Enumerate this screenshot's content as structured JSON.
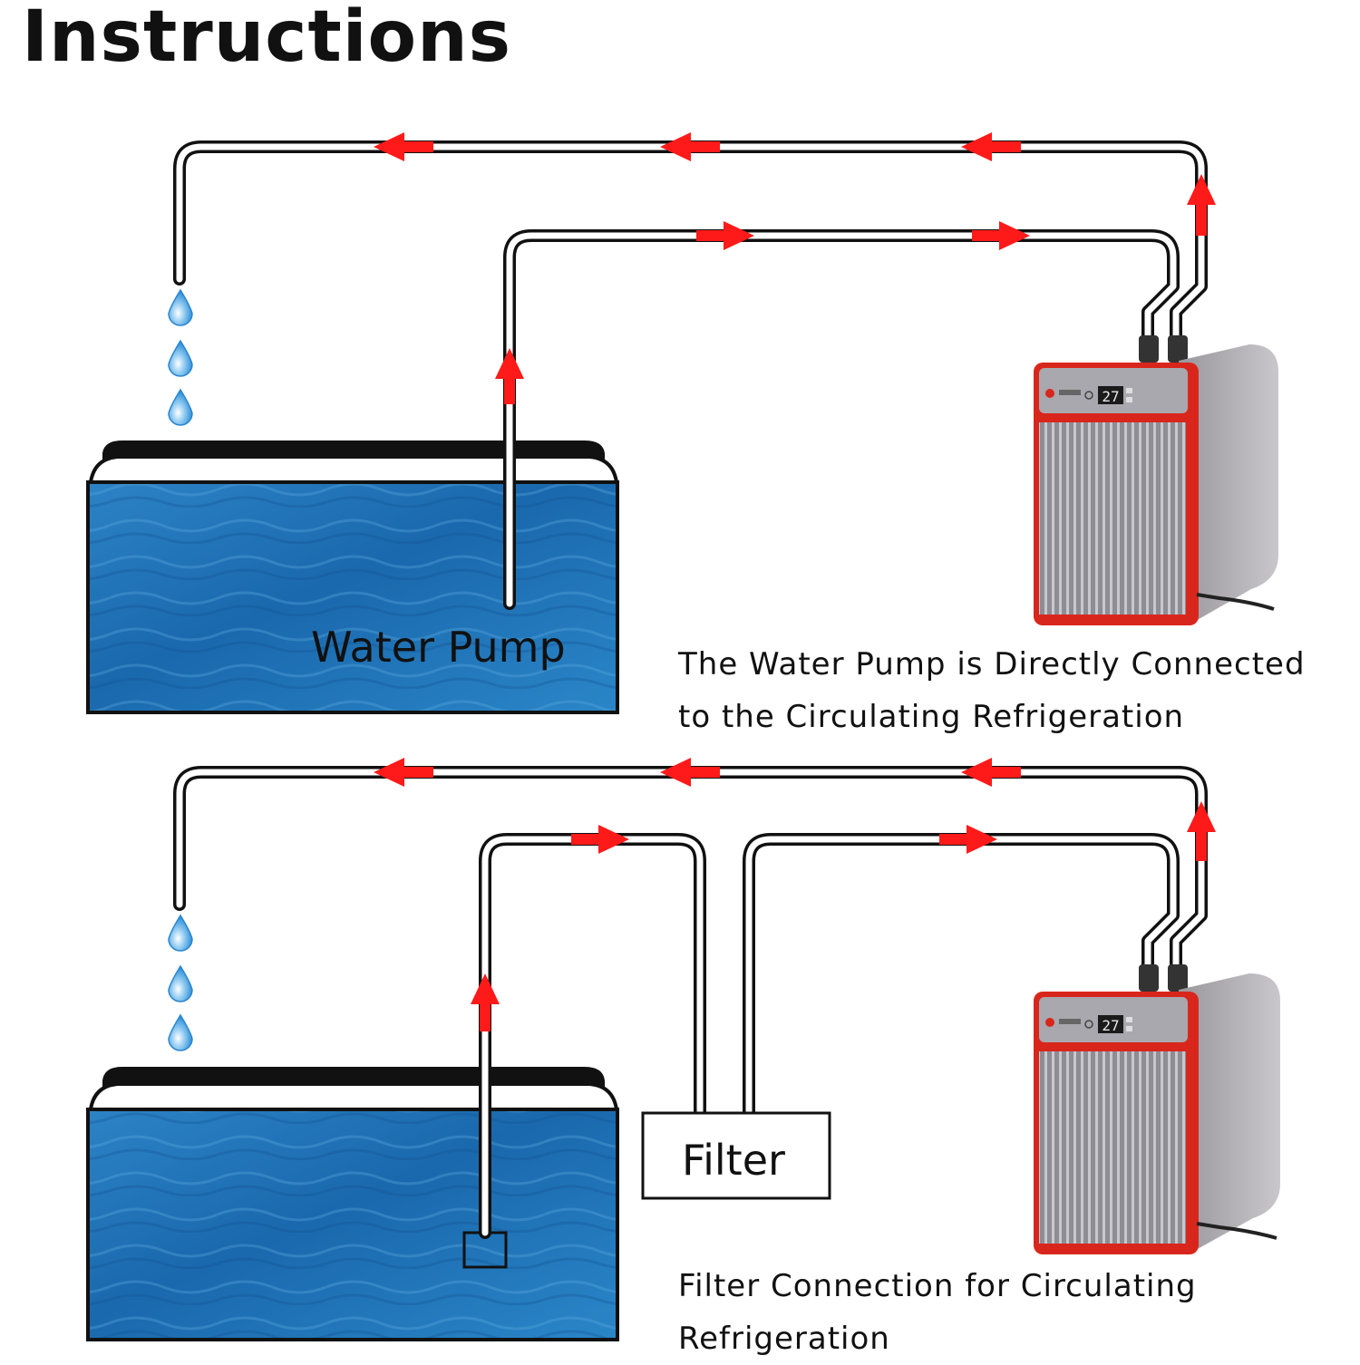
{
  "title": "Instructions",
  "colors": {
    "flow_arrow": "#ff1a1a",
    "water": "#1f73b8",
    "pipe": "#111111",
    "chiller_body": "#8a8a90",
    "chiller_trim": "#d9261c",
    "water_drop": "#3a9be0"
  },
  "top_setup": {
    "pump_label": "Water Pump",
    "caption_line1": "The Water Pump is Directly Connected",
    "caption_line2": "to the Circulating Refrigeration",
    "chiller_display": "27"
  },
  "bottom_setup": {
    "filter_label": "Filter",
    "caption_line1": "Filter Connection for Circulating",
    "caption_line2": "Refrigeration",
    "chiller_display": "27"
  }
}
